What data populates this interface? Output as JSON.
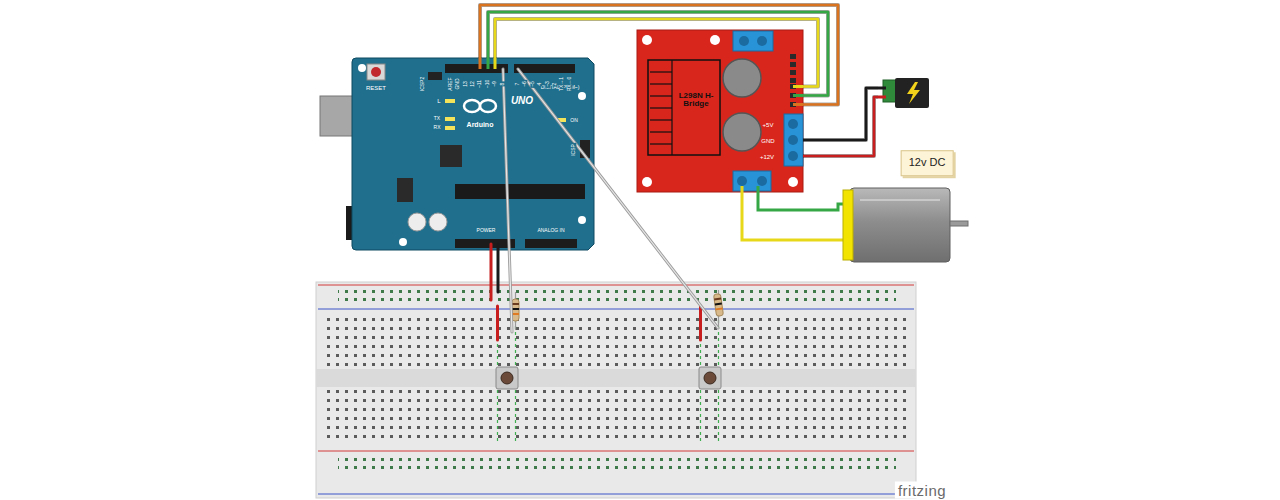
{
  "diagram": {
    "nodes": [
      {
        "text": [
          "RESET",
          "ICSP2",
          "L",
          "TX",
          "RX",
          "UNO",
          "Arduino",
          "ON",
          "DIGITAL (PWM~)",
          "ICSP",
          "POWER",
          "ANALOG IN",
          "AREF",
          "GND",
          "13",
          "12",
          "~11",
          "~10",
          "~9",
          "8",
          "7",
          "~6",
          "~5",
          "4",
          "~3",
          "2",
          "TX→1",
          "RX←0"
        ]
      },
      {
        "text": [
          "L298N H-Bridge",
          "+5V",
          "GND",
          "+12V"
        ]
      },
      {
        "text": [
          "12v DC"
        ]
      }
    ],
    "edges": [
      {
        "from": 0,
        "to": 1,
        "arrow": "none"
      },
      {
        "from": 0,
        "to": 1,
        "arrow": "none"
      },
      {
        "from": 0,
        "to": 1,
        "arrow": "none"
      },
      {
        "from": 2,
        "to": 1,
        "arrow": "none"
      },
      {
        "from": 2,
        "to": 1,
        "arrow": "none"
      }
    ],
    "labels": [
      "fritzing"
    ]
  }
}
